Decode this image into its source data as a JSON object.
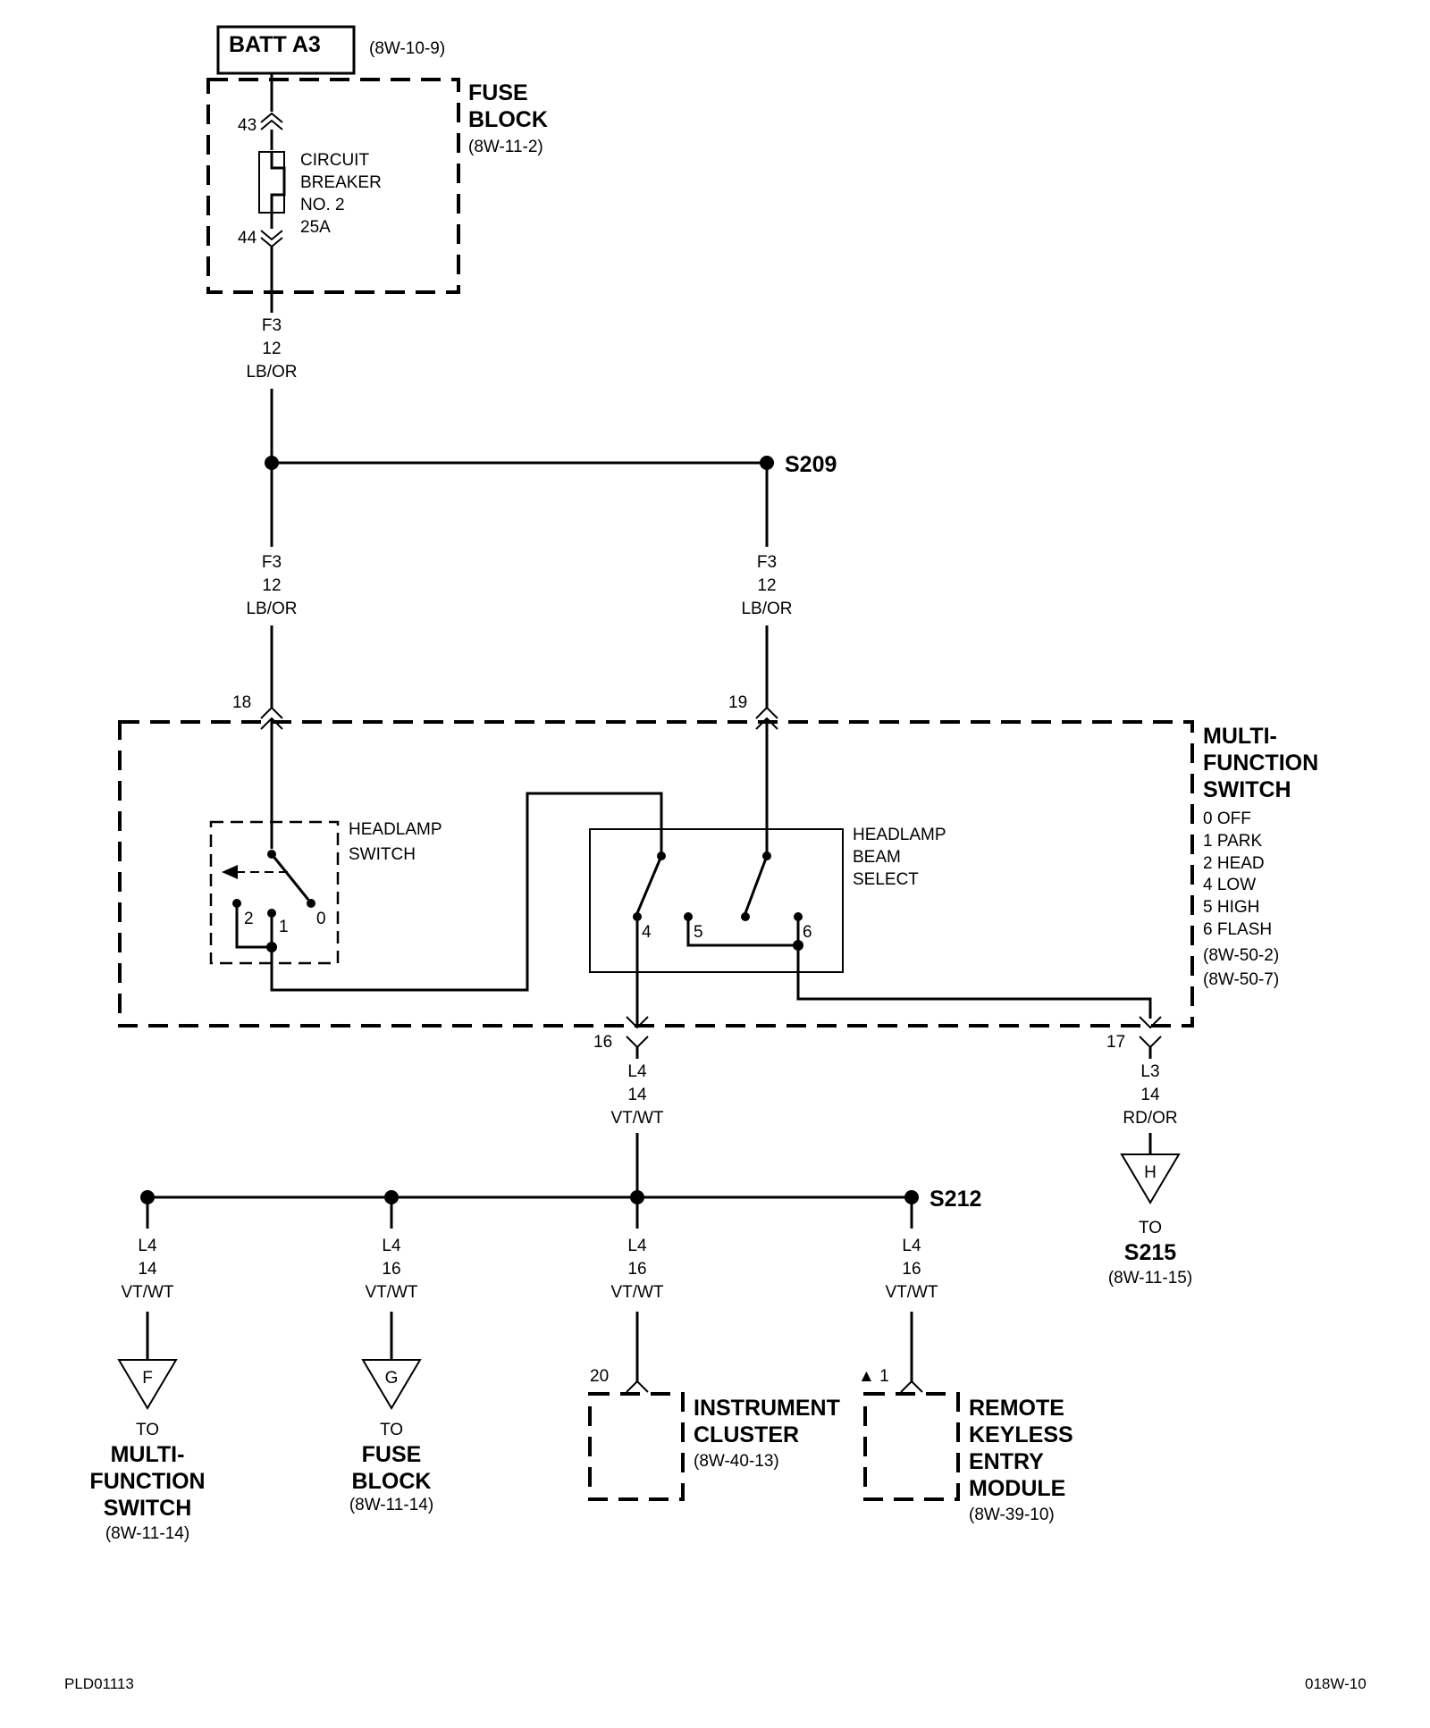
{
  "batt": {
    "label": "BATT A3",
    "ref": "(8W-10-9)"
  },
  "fuse_block": {
    "title_1": "FUSE",
    "title_2": "BLOCK",
    "ref": "(8W-11-2)",
    "pin_in": "43",
    "pin_out": "44",
    "breaker_1": "CIRCUIT",
    "breaker_2": "BREAKER",
    "breaker_3": "NO. 2",
    "breaker_4": "25A"
  },
  "wire_top": {
    "circuit": "F3",
    "gauge": "12",
    "color": "LB/OR"
  },
  "splice_s209": "S209",
  "wire_left": {
    "circuit": "F3",
    "gauge": "12",
    "color": "LB/OR"
  },
  "wire_right": {
    "circuit": "F3",
    "gauge": "12",
    "color": "LB/OR"
  },
  "mfs": {
    "title_1": "MULTI-",
    "title_2": "FUNCTION",
    "title_3": "SWITCH",
    "modes": [
      "0 OFF",
      "1 PARK",
      "2 HEAD",
      "4 LOW",
      "5 HIGH",
      "6 FLASH"
    ],
    "ref_1": "(8W-50-2)",
    "ref_2": "(8W-50-7)",
    "pin_18": "18",
    "pin_19": "19",
    "pin_16": "16",
    "pin_17": "17",
    "headlamp_switch_1": "HEADLAMP",
    "headlamp_switch_2": "SWITCH",
    "beam_1": "HEADLAMP",
    "beam_2": "BEAM",
    "beam_3": "SELECT",
    "hs_pos_2": "2",
    "hs_pos_1": "1",
    "hs_pos_0": "0",
    "bs_pos_4": "4",
    "bs_pos_5": "5",
    "bs_pos_6": "6"
  },
  "wire_l4_main": {
    "circuit": "L4",
    "gauge": "14",
    "color": "VT/WT"
  },
  "wire_l3": {
    "circuit": "L3",
    "gauge": "14",
    "color": "RD/OR"
  },
  "conn_h": {
    "letter": "H",
    "to": "TO",
    "dest": "S215",
    "ref": "(8W-11-15)"
  },
  "splice_s212": "S212",
  "branches": [
    {
      "circuit": "L4",
      "gauge": "14",
      "color": "VT/WT"
    },
    {
      "circuit": "L4",
      "gauge": "16",
      "color": "VT/WT"
    },
    {
      "circuit": "L4",
      "gauge": "16",
      "color": "VT/WT"
    },
    {
      "circuit": "L4",
      "gauge": "16",
      "color": "VT/WT"
    }
  ],
  "conn_f": {
    "letter": "F",
    "to": "TO",
    "dest_1": "MULTI-",
    "dest_2": "FUNCTION",
    "dest_3": "SWITCH",
    "ref": "(8W-11-14)"
  },
  "conn_g": {
    "letter": "G",
    "to": "TO",
    "dest_1": "FUSE",
    "dest_2": "BLOCK",
    "ref": "(8W-11-14)"
  },
  "cluster": {
    "pin": "20",
    "title_1": "INSTRUMENT",
    "title_2": "CLUSTER",
    "ref": "(8W-40-13)"
  },
  "rke": {
    "pin": "▲ 1",
    "title_1": "REMOTE",
    "title_2": "KEYLESS",
    "title_3": "ENTRY",
    "title_4": "MODULE",
    "ref": "(8W-39-10)"
  },
  "footer": {
    "left": "PLD01113",
    "right": "018W-10"
  }
}
